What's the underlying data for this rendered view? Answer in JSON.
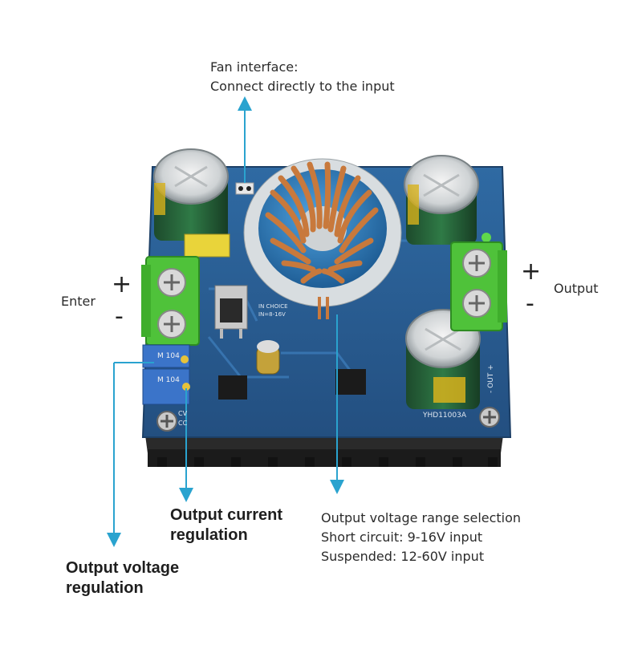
{
  "annotations": {
    "fan_title": "Fan interface:",
    "fan_desc": "Connect directly to the input",
    "input_label": "Enter",
    "input_plus": "+",
    "input_minus": "-",
    "output_label": "Output",
    "output_plus": "+",
    "output_minus": "-",
    "current_reg_line1": "Output current",
    "current_reg_line2": "regulation",
    "voltage_reg_line1": "Output voltage",
    "voltage_reg_line2": "regulation",
    "range_title": "Output voltage range selection",
    "range_short": "Short circuit: 9-16V input",
    "range_suspended": "Suspended: 12-60V input"
  },
  "board_markings": {
    "model": "YHD11003A",
    "pot_1": "M 104",
    "pot_2": "M 104",
    "cv": "CV",
    "cc": "CC",
    "out_marking": "- OUT +",
    "in_marking": "IN CHOICE",
    "in_range": "IN=8-16V"
  },
  "colors": {
    "arrow": "#2aa3cf",
    "pcb": "#2a5f95",
    "heatsink": "#1d1d1d",
    "terminal": "#4fc23a",
    "copper": "#c8793c",
    "core": "#2e7fc0"
  }
}
